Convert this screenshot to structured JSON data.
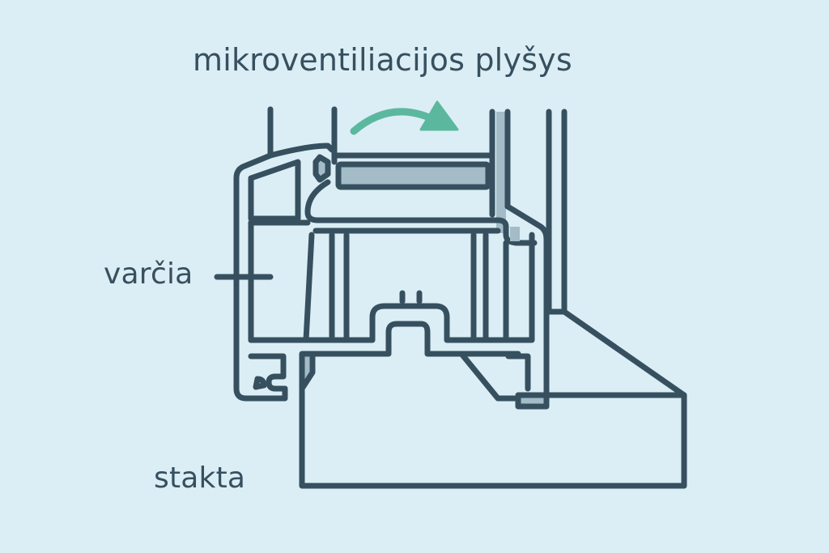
{
  "diagram": {
    "title": "mikroventiliacijos plyšys",
    "labels": {
      "sash": "varčia",
      "frame": "stakta"
    },
    "colors": {
      "background": "#dbeef5",
      "stroke": "#37505f",
      "fill_gray": "#a3bcc8",
      "arrow": "#5bb89f"
    },
    "annotations": [
      {
        "text": "mikroventiliacijos plyšys",
        "points_to": "gap between sash and frame (curved arrow)"
      },
      {
        "text": "varčia",
        "points_to": "sash profile (leader line)"
      },
      {
        "text": "stakta",
        "points_to": "frame profile"
      }
    ]
  }
}
